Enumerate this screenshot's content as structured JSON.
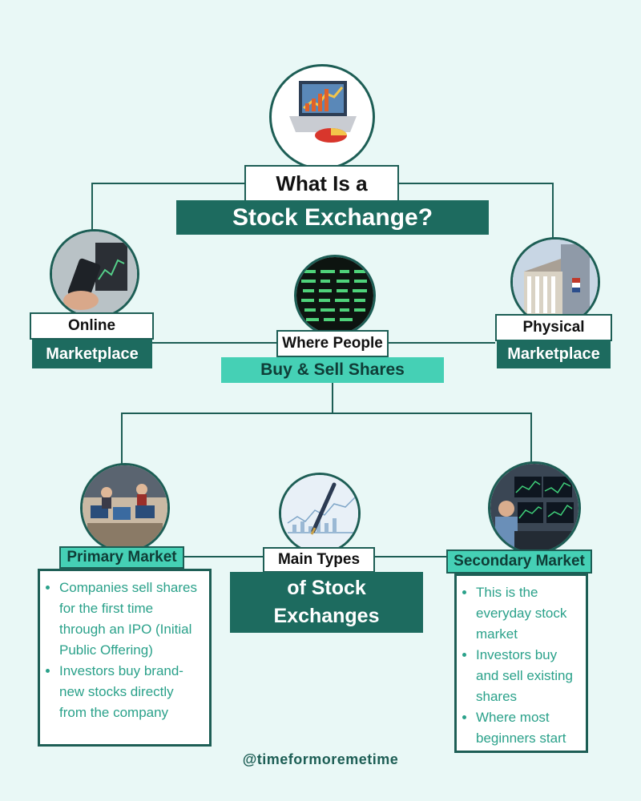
{
  "title": {
    "line1": "What Is a",
    "line2": "Stock Exchange?"
  },
  "definition": {
    "line1": "Where People",
    "line2": "Buy & Sell Shares"
  },
  "online": {
    "line1": "Online",
    "line2": "Marketplace"
  },
  "physical": {
    "line1": "Physical",
    "line2": "Marketplace"
  },
  "types": {
    "line1": "Main Types",
    "line2": "of Stock",
    "line3": "Exchanges"
  },
  "primary": {
    "label": "Primary Market",
    "points": [
      "Companies sell shares for the first time through an IPO (Initial Public Offering)",
      "Investors buy brand-new stocks directly from the company"
    ]
  },
  "secondary": {
    "label": "Secondary Market",
    "points": [
      "This is the everyday stock market",
      "Investors buy and sell existing shares",
      "Where most beginners start"
    ]
  },
  "handle": "@timeformoremetime",
  "icons": [
    "laptop-chart-icon",
    "smartphone-trading-icon",
    "stock-ticker-board-icon",
    "stock-exchange-building-icon",
    "trading-floor-icon",
    "pen-chart-icon",
    "trader-monitors-icon"
  ],
  "colors": {
    "background": "#e9f8f6",
    "dark": "#1d6b5f",
    "light": "#45d0b5",
    "text_teal": "#2aa18a"
  }
}
